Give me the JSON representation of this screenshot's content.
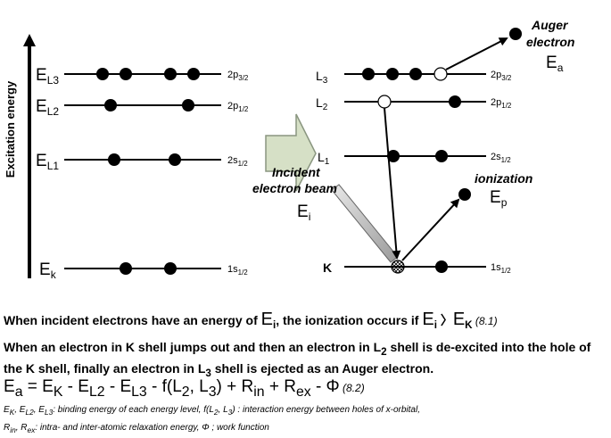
{
  "axis_label": "Excitation energy",
  "left_levels": [
    {
      "label": "E",
      "sub": "L3",
      "orbital": "2p",
      "orbital_sub": "3/2"
    },
    {
      "label": "E",
      "sub": "L2",
      "orbital": "2p",
      "orbital_sub": "1/2"
    },
    {
      "label": "E",
      "sub": "L1",
      "orbital": "2s",
      "orbital_sub": "1/2"
    },
    {
      "label": "E",
      "sub": "k",
      "orbital": "1s",
      "orbital_sub": "1/2"
    }
  ],
  "right_levels": [
    {
      "label": "L",
      "sub": "3",
      "orbital": "2p",
      "orbital_sub": "3/2"
    },
    {
      "label": "L",
      "sub": "2",
      "orbital": "2p",
      "orbital_sub": "1/2"
    },
    {
      "label": "L",
      "sub": "1",
      "orbital": "2s",
      "orbital_sub": "1/2"
    },
    {
      "label": "K",
      "sub": "",
      "orbital": "1s",
      "orbital_sub": "1/2"
    }
  ],
  "auger": {
    "line1": "Auger",
    "line2": "electron",
    "energy": "E",
    "energy_sub": "a"
  },
  "ionization": {
    "label": "ionization",
    "energy": "E",
    "energy_sub": "p"
  },
  "incident": {
    "line1": "Incident",
    "line2": "electron beam",
    "energy": "E",
    "energy_sub": "i"
  },
  "text": {
    "line1_a": "When incident electrons have an energy of ",
    "line1_e": "E",
    "line1_esub": "i",
    "line1_b": ", the ionization occurs if ",
    "line1_c": "E",
    "line1_csub": "i",
    "line1_gt": " 〉",
    "line1_d": "E",
    "line1_dsub": "K",
    "line1_eq": "  (8.1)",
    "line2_a": "When an electron in K shell jumps out and then an electron in L",
    "line2_sub": "2",
    "line2_b": " shell is de-excited into the hole of the K shell, finally an electron in L",
    "line2_sub2": "3",
    "line2_c": " shell is ejected as an Auger electron.",
    "eq_a": "E",
    "eq_asub": "a",
    "eq_b": " = E",
    "eq_bsub": "K",
    "eq_c": " - E",
    "eq_csub": "L2",
    "eq_d": " - E",
    "eq_dsub": "L3",
    "eq_e": " - f(L",
    "eq_esub": "2",
    "eq_f": ", L",
    "eq_fsub": "3",
    "eq_g": ") + R",
    "eq_gsub": "in",
    "eq_h": " + R",
    "eq_hsub": "ex",
    "eq_i": " - Φ",
    "eq_num": "  (8.2)",
    "note1": "E",
    "note1_sub1": "K",
    "note1_b": ", E",
    "note1_sub2": "L2",
    "note1_c": ", E",
    "note1_sub3": "L3",
    "note1_d": ": binding energy of each energy level, f(L",
    "note1_sub4": "2",
    "note1_e": ", L",
    "note1_sub5": "3",
    "note1_f": ") : interaction energy between holes of x-orbital,",
    "note2": "R",
    "note2_sub1": "in",
    "note2_b": ", R",
    "note2_sub2": "ex",
    "note2_c": ": intra- and inter-atomic relaxation energy,  Φ ; work function"
  }
}
